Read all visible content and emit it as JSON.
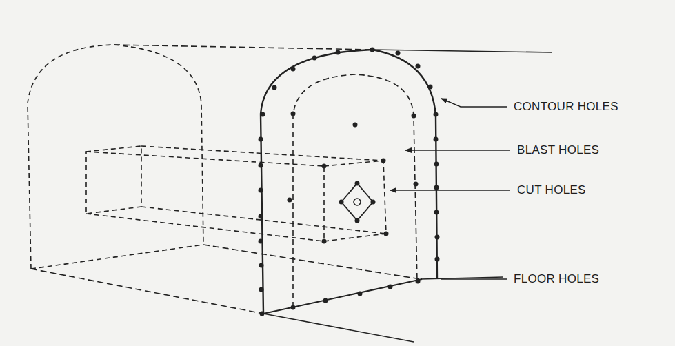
{
  "diagram": {
    "labels": [
      "CONTOUR HOLES",
      "BLAST HOLES",
      "CUT HOLES",
      "FLOOR HOLES"
    ]
  }
}
